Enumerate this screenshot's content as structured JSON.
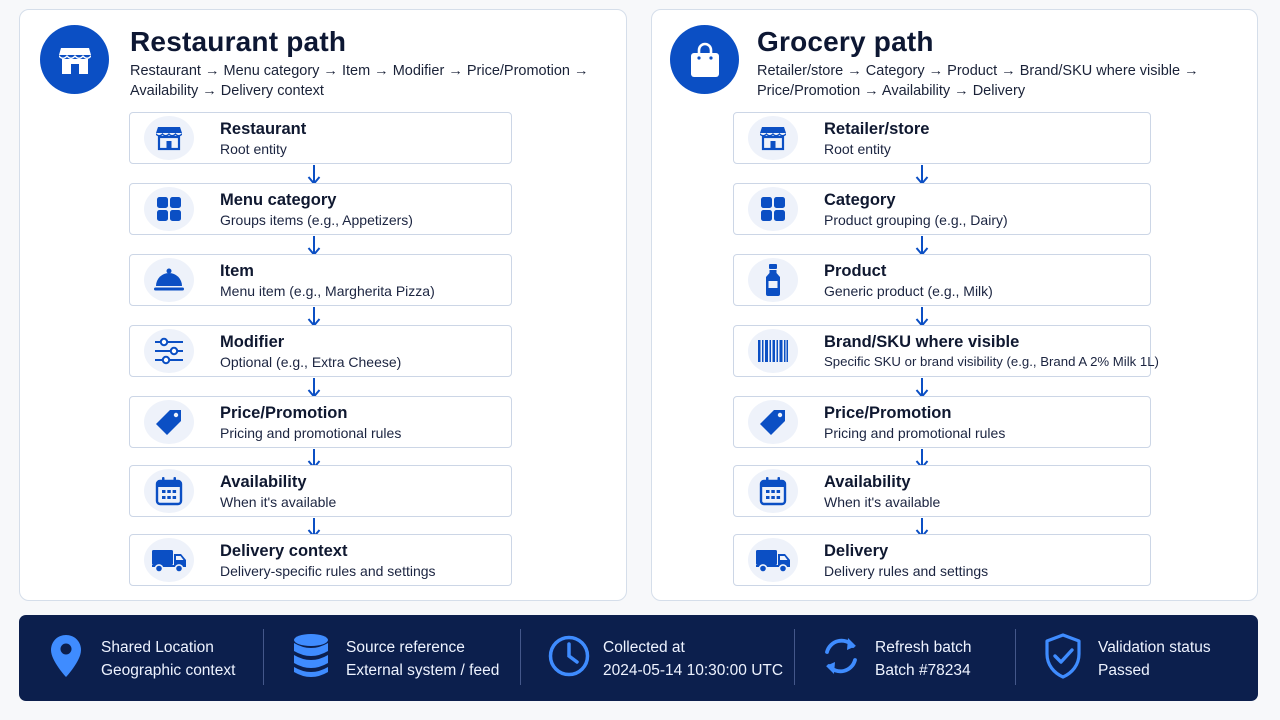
{
  "restaurant": {
    "title": "Restaurant path",
    "subtitle_line1": "Restaurant → Menu category → Item → Modifier → Price/Promotion →",
    "subtitle_line2": "Availability → Delivery context",
    "steps": [
      {
        "title": "Restaurant",
        "desc": "Root entity",
        "icon": "storefront-icon"
      },
      {
        "title": "Menu category",
        "desc": "Groups items (e.g., Appetizers)",
        "icon": "grid-icon"
      },
      {
        "title": "Item",
        "desc": "Menu item (e.g., Margherita Pizza)",
        "icon": "cloche-icon"
      },
      {
        "title": "Modifier",
        "desc": "Optional (e.g., Extra Cheese)",
        "icon": "sliders-icon"
      },
      {
        "title": "Price/Promotion",
        "desc": "Pricing and promotional rules",
        "icon": "price-tag-icon"
      },
      {
        "title": "Availability",
        "desc": "When it's available",
        "icon": "calendar-icon"
      },
      {
        "title": "Delivery context",
        "desc": "Delivery-specific rules and settings",
        "icon": "delivery-truck-icon"
      }
    ]
  },
  "grocery": {
    "title": "Grocery path",
    "subtitle_line1": "Retailer/store → Category → Product → Brand/SKU where visible →",
    "subtitle_line2": "Price/Promotion → Availability → Delivery",
    "steps": [
      {
        "title": "Retailer/store",
        "desc": "Root entity",
        "icon": "storefront-icon"
      },
      {
        "title": "Category",
        "desc": "Product grouping (e.g., Dairy)",
        "icon": "grid-icon"
      },
      {
        "title": "Product",
        "desc": "Generic product (e.g., Milk)",
        "icon": "bottle-icon"
      },
      {
        "title": "Brand/SKU where visible",
        "desc": "Specific SKU or brand visibility (e.g., Brand A 2% Milk 1L)",
        "icon": "barcode-icon"
      },
      {
        "title": "Price/Promotion",
        "desc": "Pricing and promotional rules",
        "icon": "price-tag-icon"
      },
      {
        "title": "Availability",
        "desc": "When it's available",
        "icon": "calendar-icon"
      },
      {
        "title": "Delivery",
        "desc": "Delivery rules and settings",
        "icon": "delivery-truck-icon"
      }
    ]
  },
  "footer": {
    "items": [
      {
        "label": "Shared Location",
        "value": "Geographic context",
        "icon": "location-pin-icon"
      },
      {
        "label": "Source reference",
        "value": "External system / feed",
        "icon": "database-icon"
      },
      {
        "label": "Collected at",
        "value": "2024-05-14 10:30:00 UTC",
        "icon": "clock-icon"
      },
      {
        "label": "Refresh batch",
        "value": "Batch #78234",
        "icon": "refresh-icon"
      },
      {
        "label": "Validation status",
        "value": "Passed",
        "icon": "shield-check-icon"
      }
    ]
  },
  "colors": {
    "accent": "#0b4fc4",
    "footer_bg": "#0c1f4d",
    "footer_icon": "#3f8cff",
    "card_border": "#ccd6e6"
  }
}
